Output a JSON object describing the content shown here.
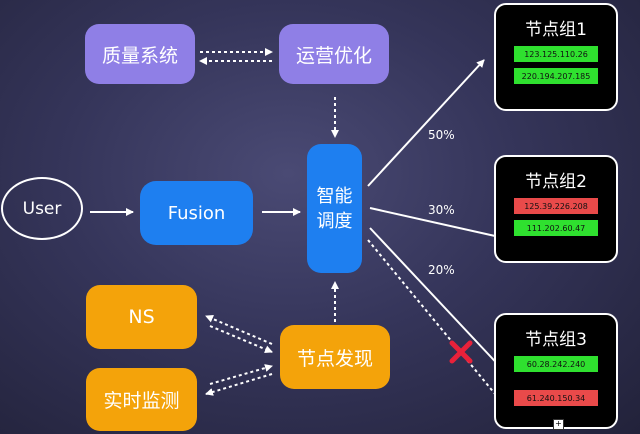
{
  "nodes": {
    "quality": "质量系统",
    "ops": "运营优化",
    "user": "User",
    "fusion": "Fusion",
    "dispatch_line1": "智能",
    "dispatch_line2": "调度",
    "ns": "NS",
    "monitor": "实时监测",
    "discovery": "节点发现"
  },
  "groups": [
    {
      "title": "节点组1",
      "ips": [
        {
          "ip": "123.125.110.26",
          "status": "green"
        },
        {
          "ip": "220.194.207.185",
          "status": "green"
        }
      ]
    },
    {
      "title": "节点组2",
      "ips": [
        {
          "ip": "125.39.226.208",
          "status": "red"
        },
        {
          "ip": "111.202.60.47",
          "status": "green"
        }
      ]
    },
    {
      "title": "节点组3",
      "ips": [
        {
          "ip": "60.28.242.240",
          "status": "green"
        },
        {
          "ip": "61.240.150.34",
          "status": "red"
        }
      ]
    }
  ],
  "weights": [
    "50%",
    "30%",
    "20%"
  ],
  "colors": {
    "purple": "#8f7fe6",
    "blue": "#1e7ff0",
    "orange": "#f4a30a",
    "healthy": "#2fe02f",
    "unhealthy": "#e94a4a",
    "blocked": "#e8213a"
  },
  "icons": {
    "blocked": "cross-icon",
    "cursor": "move-cursor-icon"
  }
}
